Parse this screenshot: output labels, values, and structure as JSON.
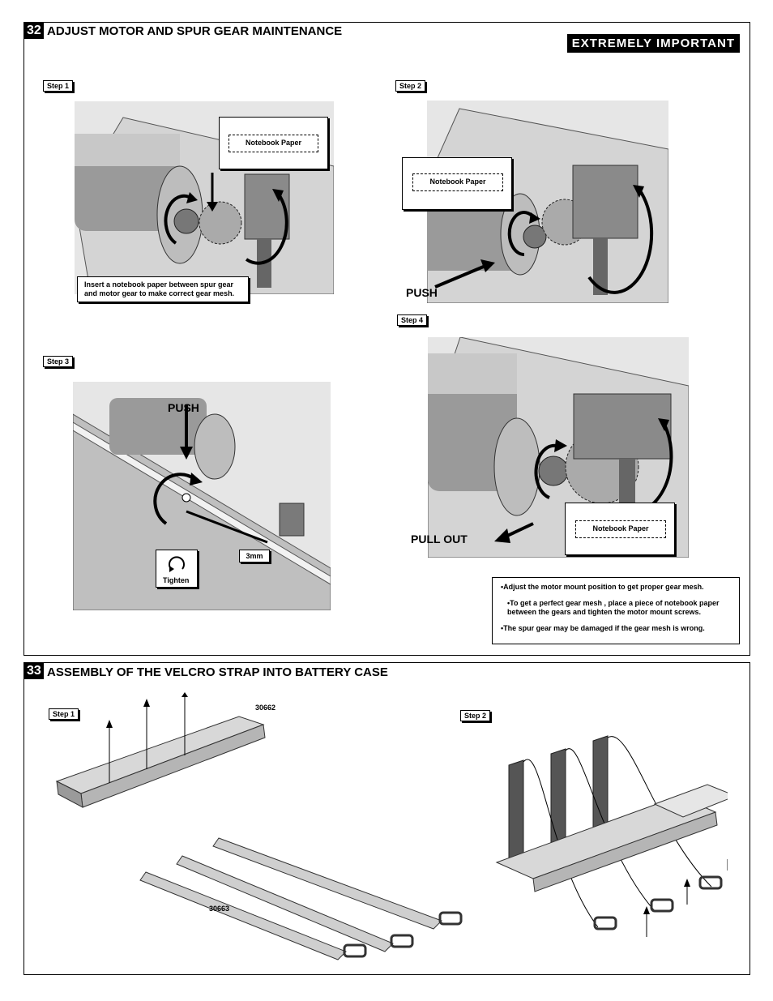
{
  "section32": {
    "number": "32",
    "title": "ADJUST MOTOR AND SPUR GEAR MAINTENANCE",
    "badge": "EXTREMELY IMPORTANT",
    "step1": {
      "label": "Step 1",
      "paper_label": "Notebook Paper",
      "instruction": "Insert a notebook paper between spur gear and motor gear to make correct gear mesh."
    },
    "step2": {
      "label": "Step 2",
      "paper_label": "Notebook Paper",
      "push_label": "PUSH"
    },
    "step3": {
      "label": "Step 3",
      "push_label": "PUSH",
      "tighten_label": "Tighten",
      "tool_size": "3mm"
    },
    "step4": {
      "label": "Step 4",
      "paper_label": "Notebook Paper",
      "pull_label": "PULL OUT"
    },
    "notes": [
      "•Adjust the motor mount position to get proper gear mesh.",
      "•To get a perfect gear mesh , place a piece of notebook paper between the gears and tighten the motor mount screws.",
      "•The spur gear may be damaged if the gear mesh is wrong."
    ]
  },
  "section33": {
    "number": "33",
    "title": "ASSEMBLY OF THE VELCRO STRAP INTO BATTERY CASE",
    "step1": {
      "label": "Step 1",
      "part_case": "30662",
      "part_strap": "30663"
    },
    "step2": {
      "label": "Step 2"
    }
  }
}
